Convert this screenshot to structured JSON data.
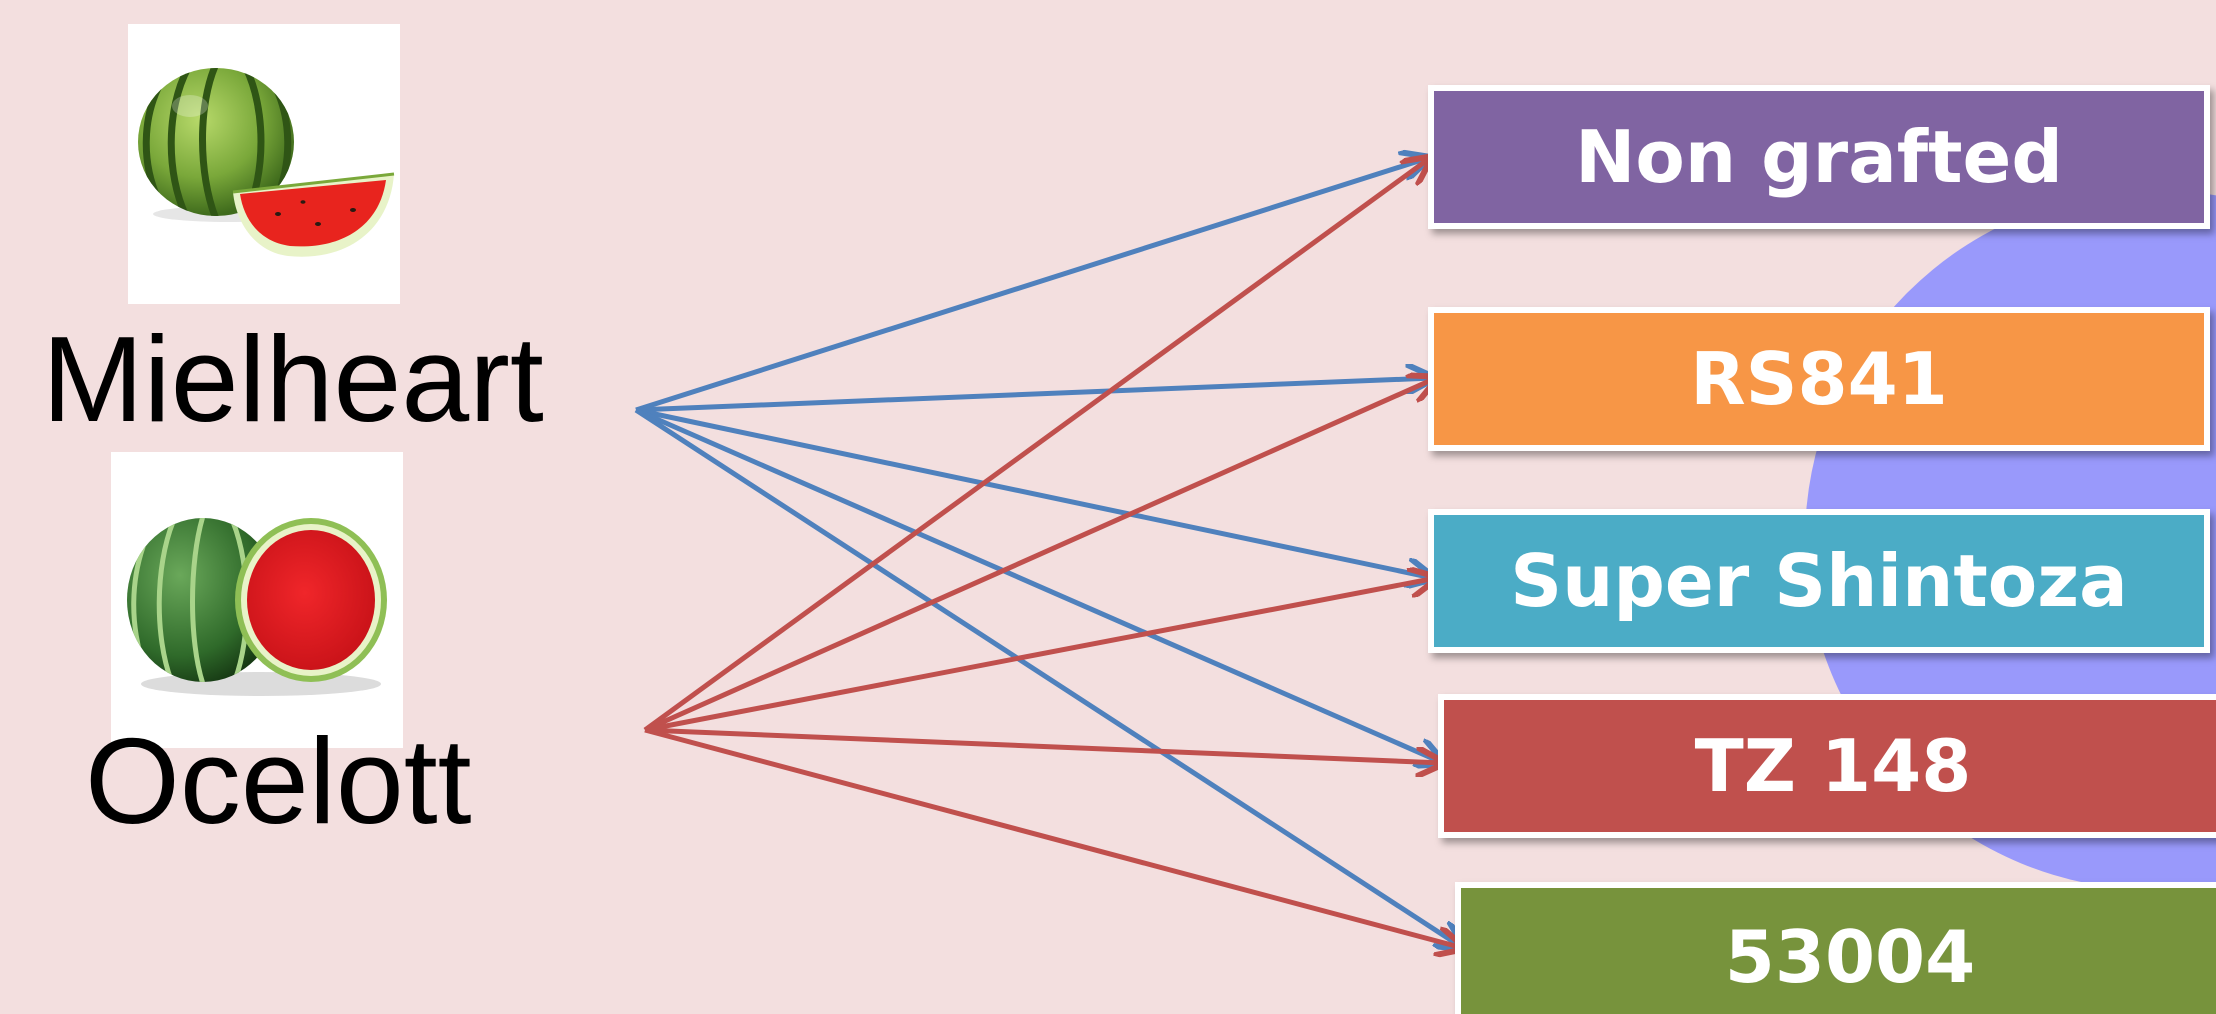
{
  "varieties": [
    {
      "name": "Mielheart",
      "arrow_color": "#4f81bd"
    },
    {
      "name": "Ocelott",
      "arrow_color": "#c0504d"
    }
  ],
  "rootstocks": [
    {
      "label": "Non grafted",
      "color": "#8064a2"
    },
    {
      "label": "RS841",
      "color": "#f79646"
    },
    {
      "label": "Super Shintoza",
      "color": "#4bacc6"
    },
    {
      "label": "TZ 148",
      "color": "#c0504d"
    },
    {
      "label": "53004",
      "color": "#77933c"
    }
  ],
  "background_color": "#f3dfdf",
  "accent_disc_color": "#9999fb"
}
